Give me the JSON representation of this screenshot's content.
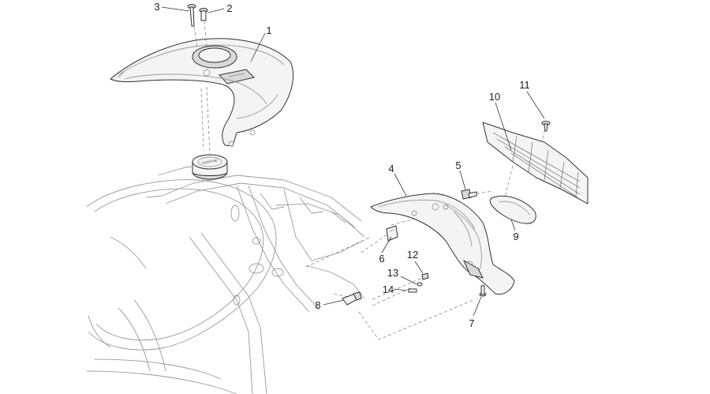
{
  "diagram": {
    "callouts": [
      {
        "id": "callout-1",
        "label": "1"
      },
      {
        "id": "callout-2",
        "label": "2"
      },
      {
        "id": "callout-3",
        "label": "3"
      },
      {
        "id": "callout-4",
        "label": "4"
      },
      {
        "id": "callout-5",
        "label": "5"
      },
      {
        "id": "callout-6",
        "label": "6"
      },
      {
        "id": "callout-7",
        "label": "7"
      },
      {
        "id": "callout-8",
        "label": "8"
      },
      {
        "id": "callout-9",
        "label": "9"
      },
      {
        "id": "callout-10",
        "label": "10"
      },
      {
        "id": "callout-11",
        "label": "11"
      },
      {
        "id": "callout-12",
        "label": "12"
      },
      {
        "id": "callout-13",
        "label": "13"
      },
      {
        "id": "callout-14",
        "label": "14"
      }
    ],
    "cap_marking": "GASOLINE"
  }
}
